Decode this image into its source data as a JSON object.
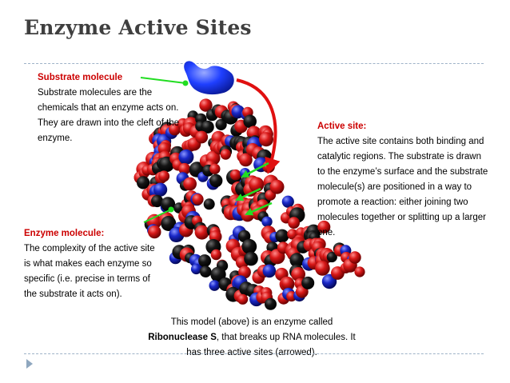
{
  "slide": {
    "title": "Enzyme Active Sites"
  },
  "substrate": {
    "heading": "Substrate molecule",
    "body": "Substrate molecules are the chemicals that an enzyme acts on. They are drawn into the cleft of the enzyme."
  },
  "active_site": {
    "heading": "Active site:",
    "body": "The active site contains both binding and catalytic regions. The substrate is drawn to the enzyme’s surface and the substrate molecule(s) are positioned in a way to promote a reaction: either joining two molecules together or splitting up a larger one."
  },
  "enzyme": {
    "heading": "Enzyme molecule:",
    "body": "The complexity of the active site is what makes each enzyme so specific (i.e. precise in terms of the substrate it acts on)."
  },
  "caption": {
    "pre": "This model (above) is an enzyme called",
    "bold": "Ribonuclease S",
    "post": ", that breaks up RNA molecules. It has three active sites (arrowed)."
  },
  "colors": {
    "heading": "#cc0000",
    "pointer": "#22dd22",
    "path_arrow": "#e01010",
    "substrate": "#1f3fff",
    "atom_red": "#d81818",
    "atom_black": "#151515",
    "atom_blue": "#1a28c8"
  }
}
